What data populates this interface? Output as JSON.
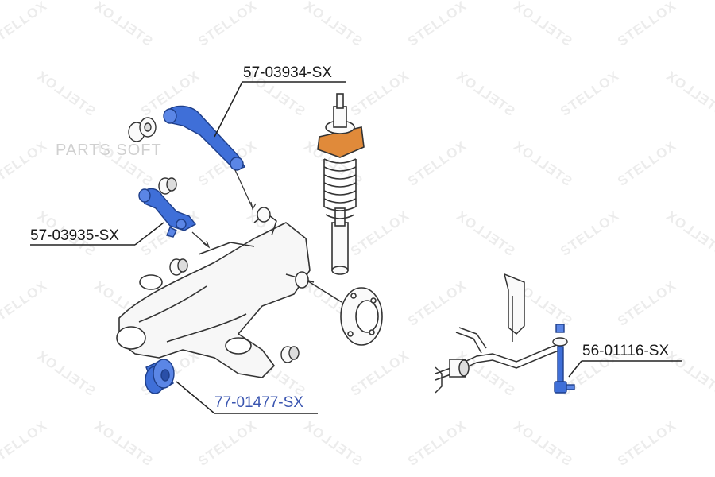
{
  "part_labels": {
    "upper_arm": "57-03934-SX",
    "lower_arm": "57-03935-SX",
    "bushing": "77-01477-SX",
    "stabilizer_link": "56-01116-SX"
  },
  "watermark": {
    "brand": "STELLOX",
    "overlay": "PARTS SOFT"
  },
  "colors": {
    "highlight_part": "#3f6fd8",
    "highlight_label": "#3a55b0",
    "spring_seat": "#e08a3a",
    "outline": "#333333",
    "watermark": "#ececec"
  }
}
